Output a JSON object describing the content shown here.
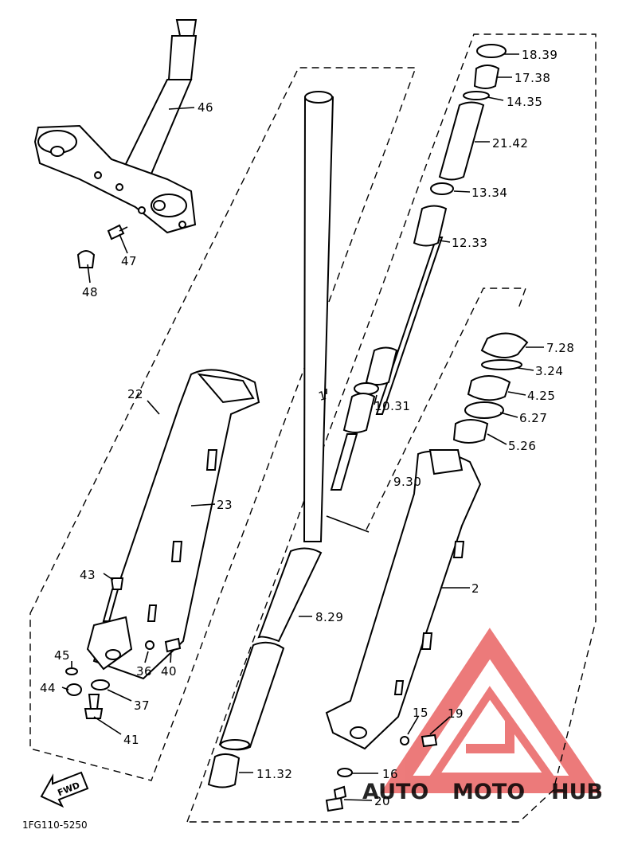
{
  "callouts": {
    "c1839": "18.39",
    "c1738": "17.38",
    "c1435": "14.35",
    "c2142": "21.42",
    "c1334": "13.34",
    "c1233": "12.33",
    "c728": "7.28",
    "c324": "3.24",
    "c425": "4.25",
    "c627": "6.27",
    "c526": "5.26",
    "c1031": "10.31",
    "c930": "9.30",
    "c2": "2",
    "c829": "8.29",
    "c1132": "11.32",
    "c46": "46",
    "c47": "47",
    "c48": "48",
    "c22": "22",
    "c23": "23",
    "c43": "43",
    "c45": "45",
    "c44": "44",
    "c36": "36",
    "c40": "40",
    "c37": "37",
    "c41": "41",
    "c15": "15",
    "c19": "19",
    "c16": "16",
    "c20": "20",
    "c1": "1"
  },
  "fwd_label": "FWD",
  "diagram_code": "1FG110-5250",
  "watermark": {
    "part1": "AUTO",
    "part2": "MOTO",
    "part3": "HUB",
    "color_red": "#e85a5a",
    "color_orange": "#f3b46a",
    "color_gray": "#9a9a9a"
  }
}
